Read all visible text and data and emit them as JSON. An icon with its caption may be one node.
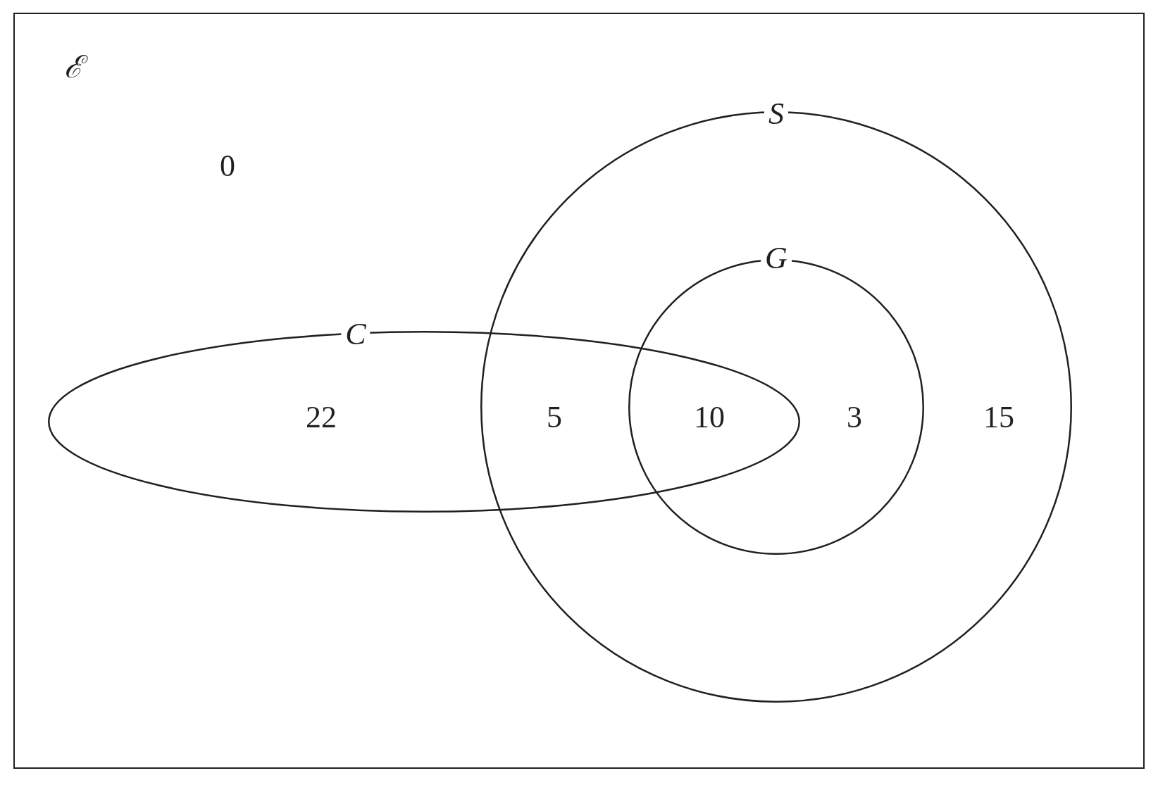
{
  "diagram": {
    "nodes": [
      {
        "text": [
          "ℰ"
        ]
      },
      {
        "text": [
          "S"
        ],
        "in": 0
      },
      {
        "text": [
          "G"
        ],
        "in": 1
      },
      {
        "text": [
          "C"
        ],
        "in": 0
      }
    ],
    "edges": [],
    "labels": [
      "0",
      "22",
      "5",
      "10",
      "3",
      "15"
    ]
  }
}
